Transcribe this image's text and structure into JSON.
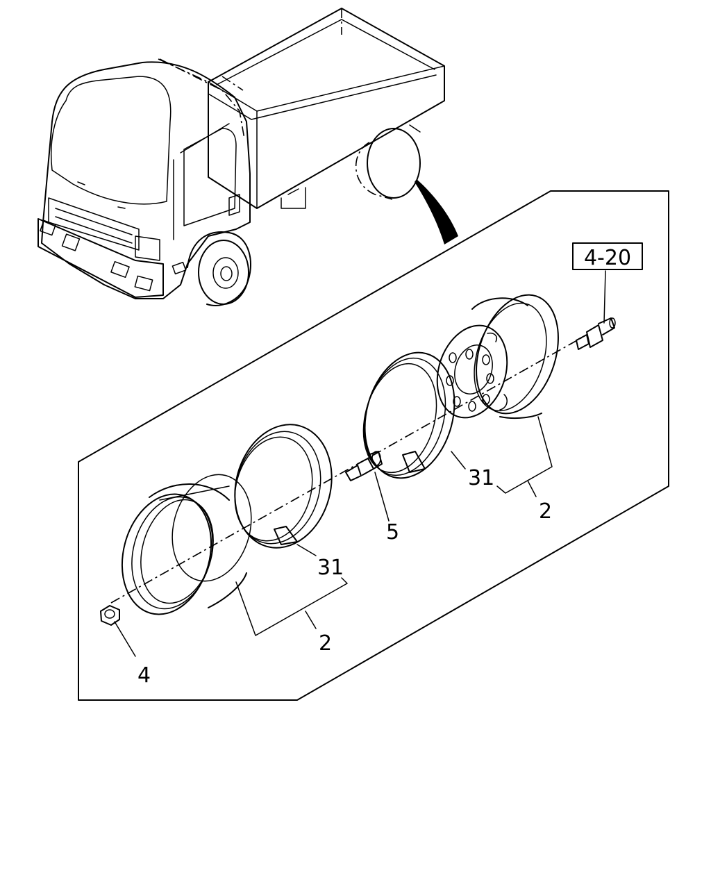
{
  "callouts": {
    "ref_box": "4-20",
    "part_31_upper": "31",
    "part_2_upper": "2",
    "part_5": "5",
    "part_31_lower": "31",
    "part_2_lower": "2",
    "part_4": "4"
  }
}
